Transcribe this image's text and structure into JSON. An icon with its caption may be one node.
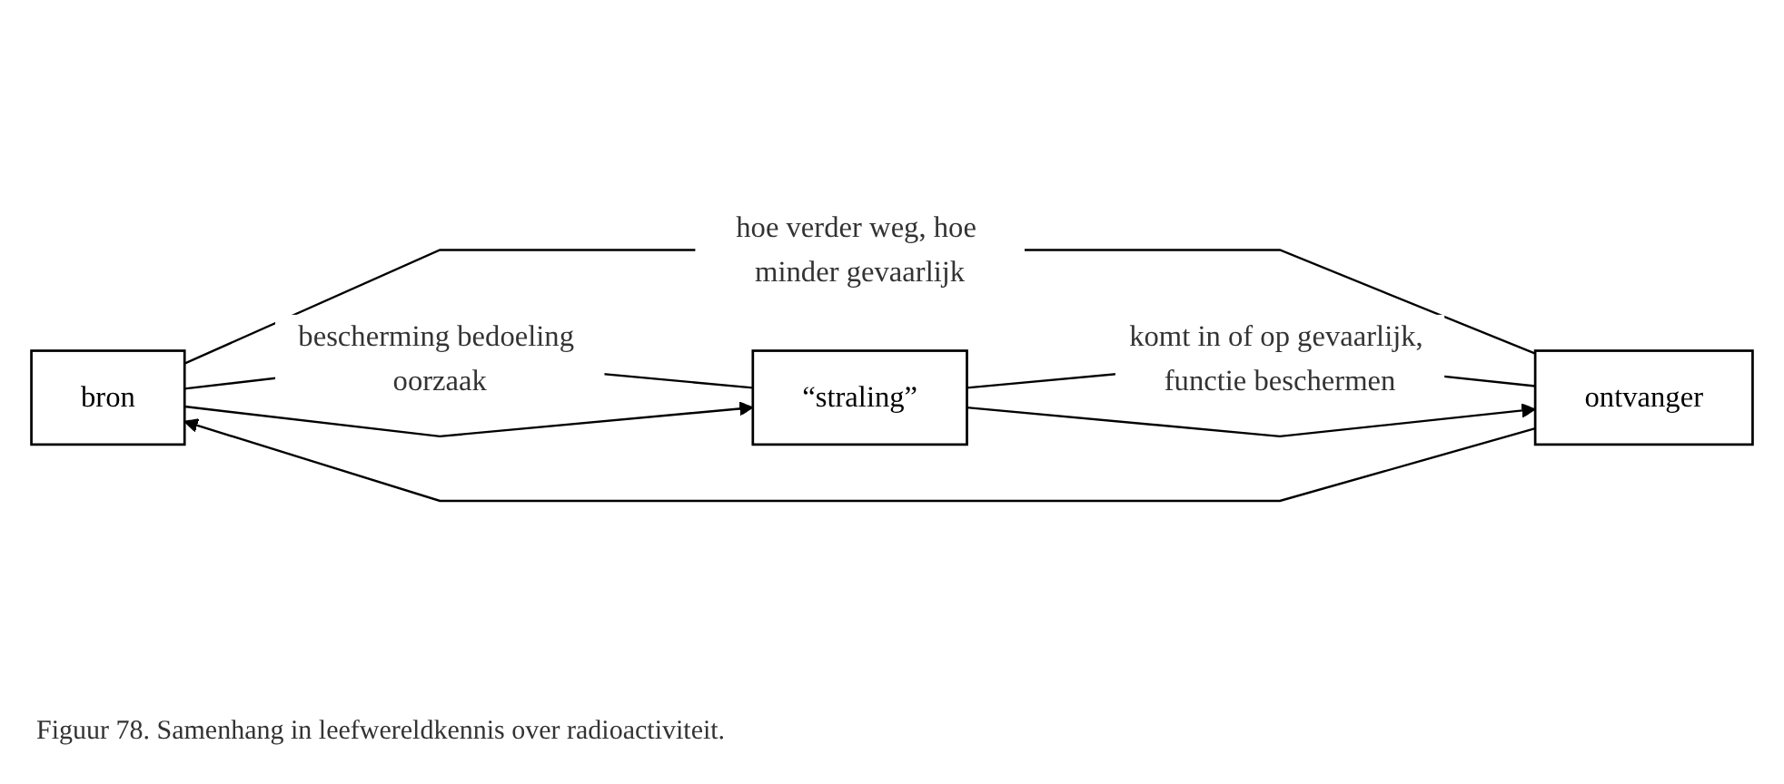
{
  "diagram": {
    "caption": "Figuur 78. Samenhang in leefwereldkennis over radioactiviteit.",
    "nodes": [
      {
        "text": [
          "bron"
        ]
      },
      {
        "text": [
          "“straling”"
        ]
      },
      {
        "text": [
          "ontvanger"
        ]
      }
    ],
    "edges": [
      {
        "from": 0,
        "to": 2,
        "arrow": "none",
        "label": "hoe verder weg, hoe minder gevaarlijk"
      },
      {
        "from": 0,
        "to": 1,
        "arrow": "none",
        "label": "bescherming bedoeling oorzaak"
      },
      {
        "from": 1,
        "to": 2,
        "arrow": "none",
        "label": "komt in of op gevaarlijk, functie beschermen"
      },
      {
        "from": 0,
        "to": 1,
        "arrow": "to"
      },
      {
        "from": 1,
        "to": 2,
        "arrow": "to"
      },
      {
        "from": 2,
        "to": 0,
        "arrow": "to"
      }
    ]
  }
}
